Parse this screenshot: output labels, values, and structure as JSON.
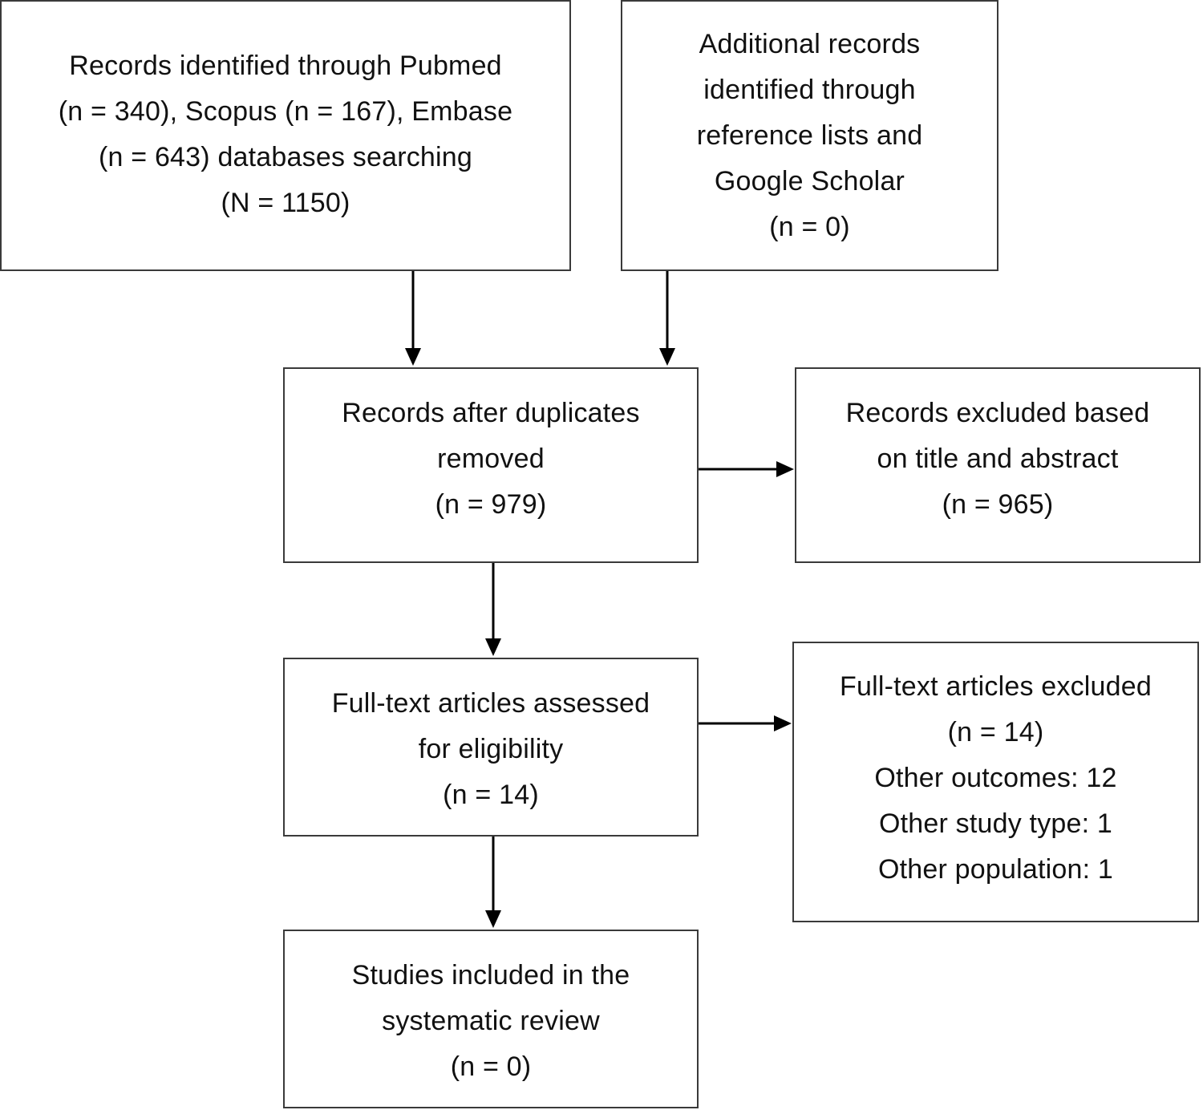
{
  "boxes": {
    "identified": {
      "lines": [
        "Records identified through Pubmed",
        "(n = 340), Scopus (n = 167), Embase",
        "(n = 643) databases searching",
        "(N = 1150)"
      ]
    },
    "additional": {
      "lines": [
        "Additional records",
        "identified through",
        "reference lists and",
        "Google Scholar",
        "(n = 0)"
      ]
    },
    "deduplicated": {
      "lines": [
        "Records after duplicates",
        "removed",
        "(n = 979)"
      ]
    },
    "excluded_title_abstract": {
      "lines": [
        "Records excluded based",
        "on title and abstract",
        "(n = 965)"
      ]
    },
    "fulltext_assessed": {
      "lines": [
        "Full-text articles assessed",
        "for eligibility",
        "(n = 14)"
      ]
    },
    "fulltext_excluded": {
      "lines": [
        "Full-text articles excluded",
        "(n = 14)",
        "Other outcomes: 12",
        "Other study type: 1",
        "Other population: 1"
      ]
    },
    "included": {
      "lines": [
        "Studies included in the",
        "systematic review",
        "(n = 0)"
      ]
    }
  },
  "colors": {
    "stroke": "#3a3a3a",
    "arrow": "#000000",
    "text": "#111111",
    "background": "#ffffff"
  }
}
